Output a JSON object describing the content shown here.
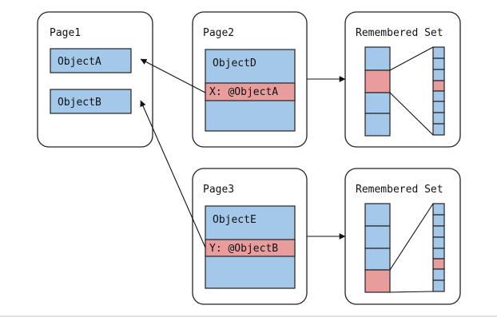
{
  "pages": {
    "page1": {
      "title": "Page1",
      "objects": [
        "ObjectA",
        "ObjectB"
      ]
    },
    "page2": {
      "title": "Page2",
      "object": "ObjectD",
      "field": "X: @ObjectA"
    },
    "page3": {
      "title": "Page3",
      "object": "ObjectE",
      "field": "Y: @ObjectB"
    }
  },
  "remembered_sets": {
    "top": {
      "title": "Remembered Set"
    },
    "bottom": {
      "title": "Remembered Set"
    }
  },
  "colors": {
    "object_blue": "#a4c8ea",
    "reference_red": "#e89c9c",
    "stroke": "#222222"
  }
}
